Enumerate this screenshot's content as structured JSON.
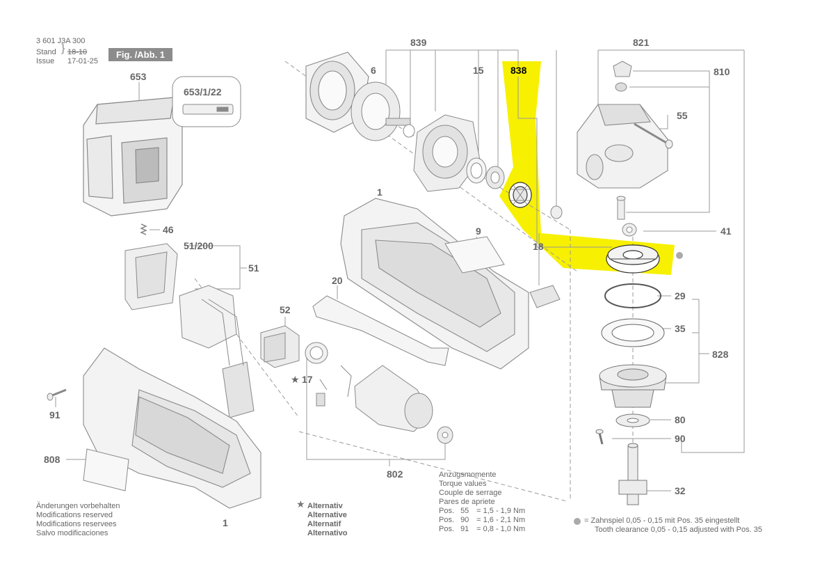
{
  "header": {
    "doc_number": "3 601 J3A 300",
    "stand_label": "Stand",
    "stand_value": "18-10",
    "issue_label": "Issue",
    "issue_value": "17-01-25",
    "fig_label": "Fig. /Abb. 1"
  },
  "highlight_color": "#f7f000",
  "parts": {
    "p653": "653",
    "p653_1_22": "653/1/22",
    "p839": "839",
    "p6": "6",
    "p15": "15",
    "p838": "838",
    "p821": "821",
    "p810": "810",
    "p55": "55",
    "p41": "41",
    "p46": "46",
    "p51_200": "51/200",
    "p51": "51",
    "p1_top": "1",
    "p9": "9",
    "p18": "18",
    "p20": "20",
    "p52": "52",
    "p17": "17",
    "p17_star": "★",
    "p91": "91",
    "p808": "808",
    "p802": "802",
    "p1_bottom": "1",
    "p29": "29",
    "p35": "35",
    "p828": "828",
    "p80": "80",
    "p90": "90",
    "p32": "32"
  },
  "notes": {
    "modifications": [
      "Änderungen vorbehalten",
      "Modifications reserved",
      "Modifications reservees",
      "Salvo modificaciones"
    ],
    "alternative_star": "★",
    "alternative": [
      "Alternativ",
      "Alternative",
      "Alternatif",
      "Alternativo"
    ],
    "torque_title": [
      "Anzugsmomente",
      "Torque values",
      "Couple de serrage",
      "Pares de apriete"
    ],
    "torque_rows": [
      {
        "pos": "Pos.",
        "num": "55",
        "value": "= 1,5 - 1,9 Nm"
      },
      {
        "pos": "Pos.",
        "num": "90",
        "value": "= 1,6 - 2,1 Nm"
      },
      {
        "pos": "Pos.",
        "num": "91",
        "value": "= 0,8 - 1,0 Nm"
      }
    ],
    "clearance": [
      "=  Zahnspiel 0,05 - 0,15 mit Pos. 35 eingestellt",
      "Tooth clearance 0,05 - 0,15 adjusted with Pos. 35"
    ]
  }
}
